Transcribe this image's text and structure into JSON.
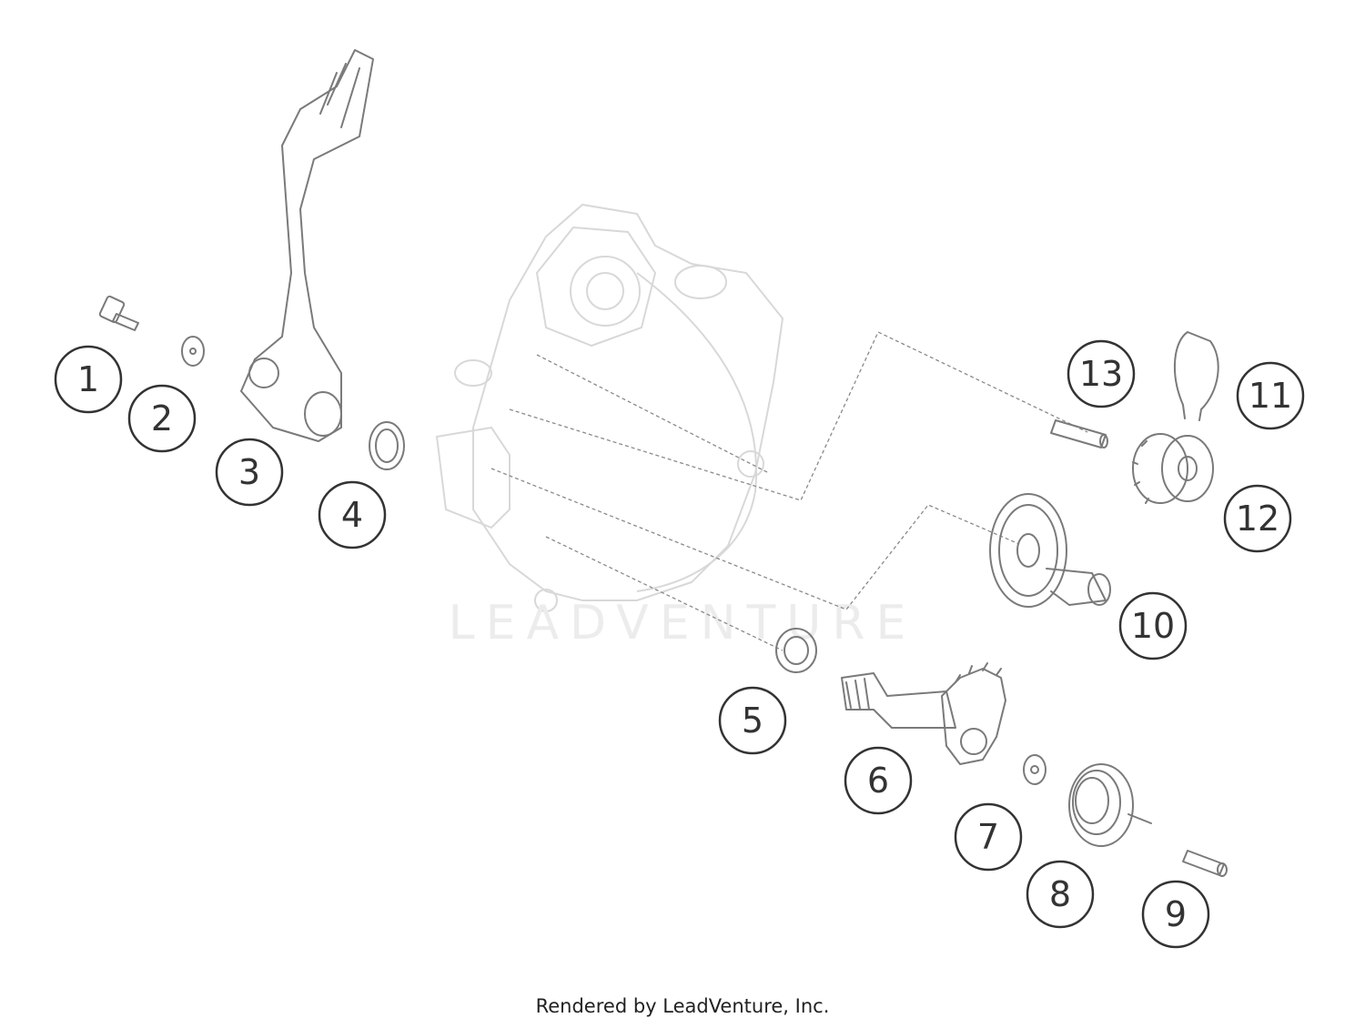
{
  "callouts": [
    {
      "id": "1",
      "label": "1"
    },
    {
      "id": "2",
      "label": "2"
    },
    {
      "id": "3",
      "label": "3"
    },
    {
      "id": "4",
      "label": "4"
    },
    {
      "id": "5",
      "label": "5"
    },
    {
      "id": "6",
      "label": "6"
    },
    {
      "id": "7",
      "label": "7"
    },
    {
      "id": "8",
      "label": "8"
    },
    {
      "id": "9",
      "label": "9"
    },
    {
      "id": "10",
      "label": "10"
    },
    {
      "id": "11",
      "label": "11"
    },
    {
      "id": "12",
      "label": "12"
    },
    {
      "id": "13",
      "label": "13"
    }
  ],
  "watermark": "LEADVENTURE",
  "footer": "Rendered by LeadVenture, Inc."
}
